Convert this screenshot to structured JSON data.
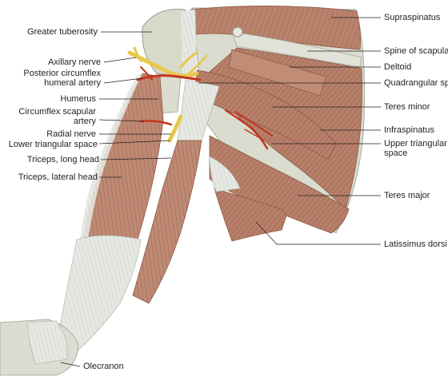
{
  "labels_left": {
    "greater_tuberosity": "Greater tuberosity",
    "axillary_nerve": "Axillary nerve",
    "posterior_circumflex_1": "Posterior circumflex",
    "posterior_circumflex_2": "humeral artery",
    "humerus": "Humerus",
    "circumflex_scapular_1": "Circumflex scapular",
    "circumflex_scapular_2": "artery",
    "radial_nerve": "Radial nerve",
    "lower_triangular_space": "Lower triangular space",
    "triceps_long_head": "Triceps, long head",
    "triceps_lateral_head": "Triceps, lateral head",
    "olecranon": "Olecranon"
  },
  "labels_right": {
    "supraspinatus": "Supraspinatus",
    "spine_of_scapula": "Spine of scapula",
    "deltoid": "Deltoid",
    "quadrangular_space": "Quadrangular space",
    "teres_minor": "Teres minor",
    "infraspinatus": "Infraspinatus",
    "upper_triangular_1": "Upper triangular",
    "upper_triangular_2": "space",
    "teres_major": "Teres major",
    "latissimus_dorsi": "Latissimus dorsi"
  },
  "colors": {
    "muscle": "#b9826c",
    "muscle_dark": "#8e5846",
    "tendon": "#e4e7e0",
    "bone": "#d8d9cc",
    "nerve": "#e9c84a",
    "artery": "#c2361f",
    "leader": "#231f20"
  }
}
